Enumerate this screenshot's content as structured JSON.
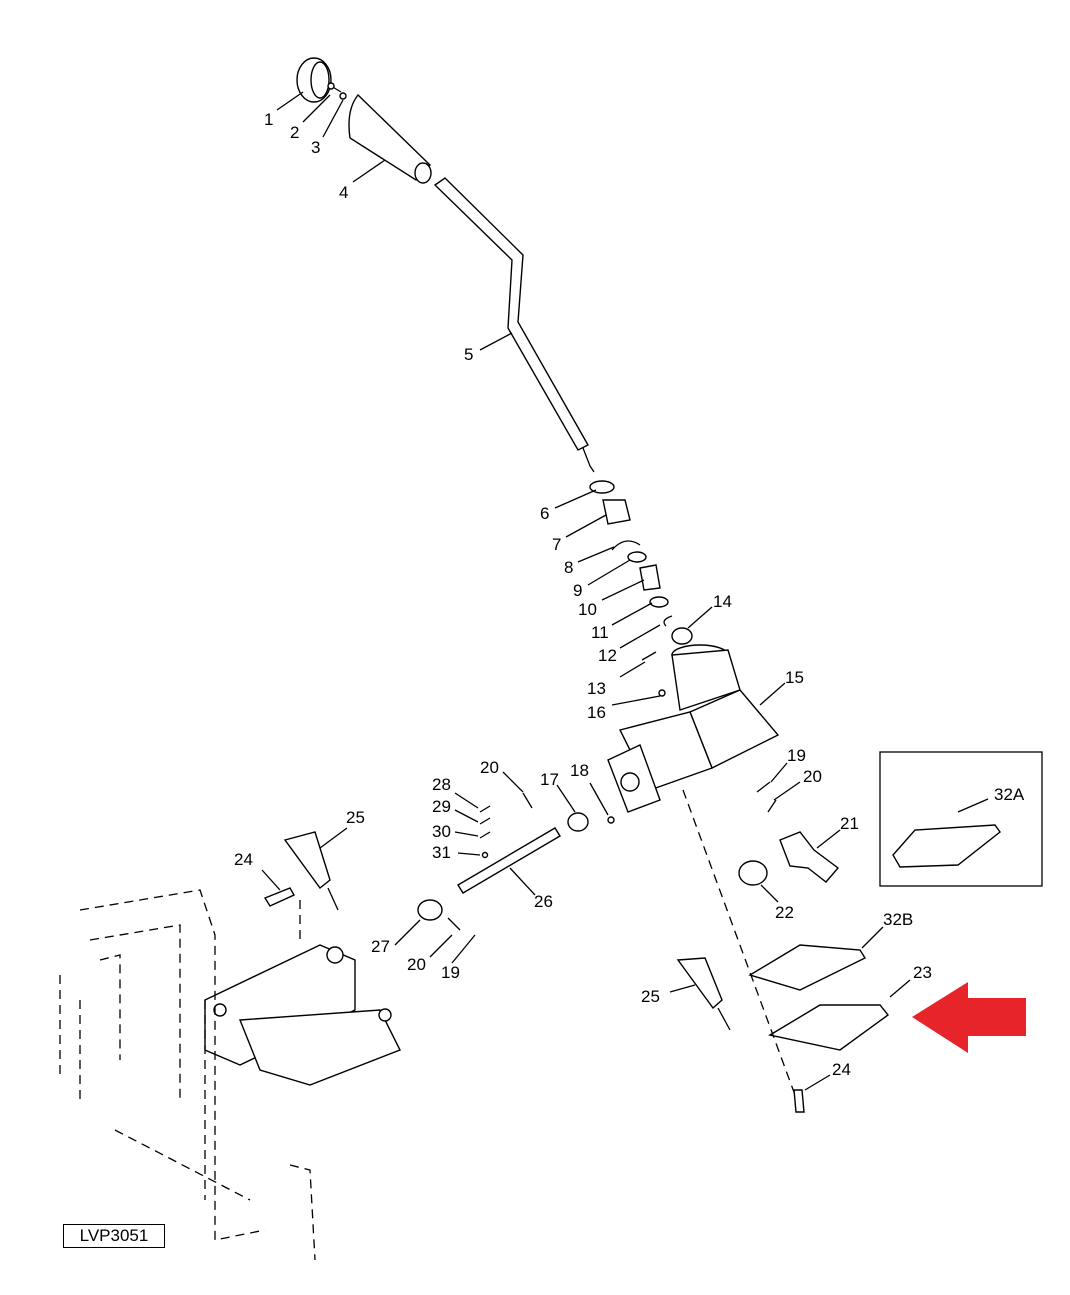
{
  "diagram_code": "LVP3051",
  "arrow_color": "#e8242b",
  "callouts": [
    "1",
    "2",
    "3",
    "4",
    "5",
    "6",
    "7",
    "8",
    "9",
    "10",
    "11",
    "12",
    "13",
    "14",
    "15",
    "16",
    "17",
    "18",
    "19",
    "20",
    "21",
    "22",
    "23",
    "24",
    "25",
    "26",
    "27",
    "28",
    "29",
    "30",
    "31",
    "32A",
    "32B"
  ],
  "labels": [
    {
      "text": "1"
    },
    {
      "text": "2"
    },
    {
      "text": "3"
    },
    {
      "text": "4"
    },
    {
      "text": "5"
    },
    {
      "text": "6"
    },
    {
      "text": "7"
    },
    {
      "text": "8"
    },
    {
      "text": "9"
    },
    {
      "text": "10"
    },
    {
      "text": "11"
    },
    {
      "text": "12"
    },
    {
      "text": "13"
    },
    {
      "text": "14"
    },
    {
      "text": "15"
    },
    {
      "text": "16"
    },
    {
      "text": "17"
    },
    {
      "text": "18"
    },
    {
      "text": "19"
    },
    {
      "text": "20"
    },
    {
      "text": "21"
    },
    {
      "text": "22"
    },
    {
      "text": "23"
    },
    {
      "text": "24"
    },
    {
      "text": "25"
    },
    {
      "text": "26"
    },
    {
      "text": "27"
    },
    {
      "text": "28"
    },
    {
      "text": "29"
    },
    {
      "text": "30"
    },
    {
      "text": "31"
    },
    {
      "text": "32A"
    },
    {
      "text": "32B"
    },
    {
      "text": "20"
    },
    {
      "text": "19"
    },
    {
      "text": "25"
    },
    {
      "text": "24"
    },
    {
      "text": "20"
    }
  ]
}
